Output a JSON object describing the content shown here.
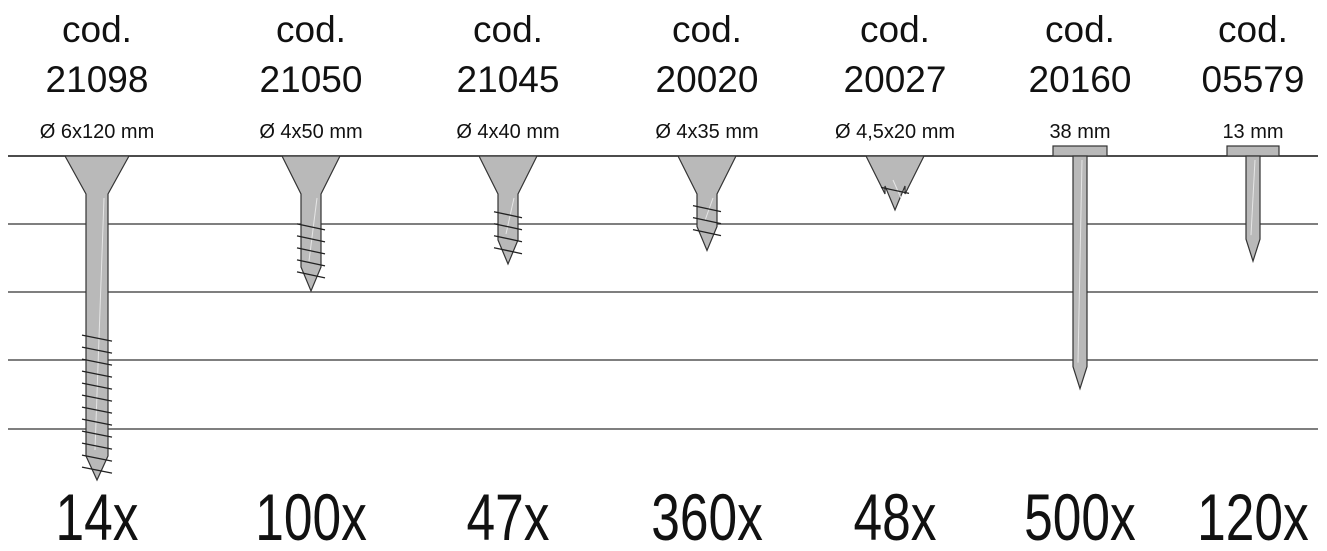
{
  "code_prefix": "cod.",
  "items": [
    {
      "code": "21098",
      "size": "Ø 6x120 mm",
      "quantity": "14x",
      "kind": "screw",
      "length_mm": 120
    },
    {
      "code": "21050",
      "size": "Ø 4x50 mm",
      "quantity": "100x",
      "kind": "screw",
      "length_mm": 50
    },
    {
      "code": "21045",
      "size": "Ø 4x40 mm",
      "quantity": "47x",
      "kind": "screw",
      "length_mm": 40
    },
    {
      "code": "20020",
      "size": "Ø 4x35 mm",
      "quantity": "360x",
      "kind": "screw",
      "length_mm": 35
    },
    {
      "code": "20027",
      "size": "Ø 4,5x20 mm",
      "quantity": "48x",
      "kind": "screw",
      "length_mm": 20
    },
    {
      "code": "20160",
      "size": "38 mm",
      "quantity": "500x",
      "kind": "nail",
      "length_mm": 38
    },
    {
      "code": "05579",
      "size": "13 mm",
      "quantity": "120x",
      "kind": "nail",
      "length_mm": 13
    }
  ],
  "colors": {
    "metal": "#b9b9b9",
    "outline": "#333333",
    "text": "#111111"
  }
}
